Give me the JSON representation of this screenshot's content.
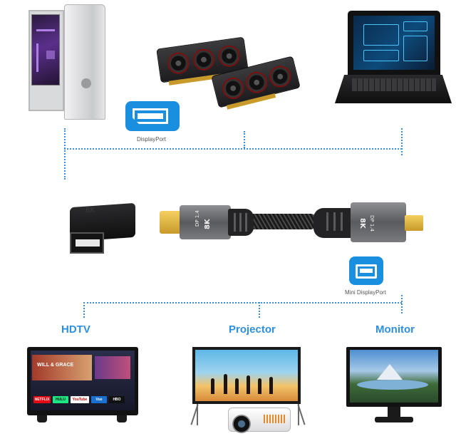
{
  "top_labels": {
    "displayport_caption": "DisplayPort"
  },
  "middle_labels": {
    "mini_displayport_caption": "Mini DisplayPort",
    "cable_left_small": "DP 1.4",
    "cable_left_big": "8K",
    "cable_right_small": "DP 1.4",
    "cable_right_big": "8K",
    "adapter_text": "8K"
  },
  "categories": {
    "hdtv": "HDTV",
    "projector": "Projector",
    "monitor": "Monitor"
  },
  "tv_screen": {
    "banner_text": "WILL & GRACE",
    "apps": [
      "NETFLIX",
      "HULU",
      "YouTube",
      "Vue",
      "HBO"
    ]
  },
  "colors": {
    "accent_blue": "#2e8fde",
    "badge_blue": "#1a8fe0",
    "dotted_line": "#3a8fd6"
  },
  "icons": [
    "displayport-icon",
    "mini-displayport-icon"
  ]
}
